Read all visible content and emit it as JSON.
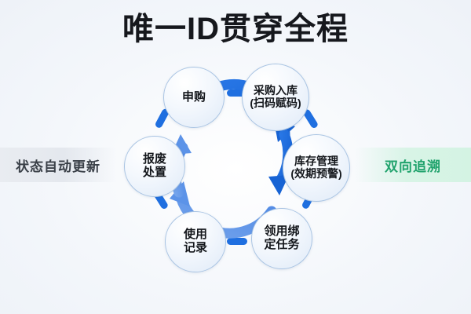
{
  "title": "唯一ID贯穿全程",
  "banners": {
    "left": "状态自动更新",
    "right": "双向追溯"
  },
  "colors": {
    "background": "#eef2f8",
    "title_text": "#16181d",
    "node_border": "#a9c4e3",
    "node_fill": "#eaf2fc",
    "arrow_blue": "#1f6fe0",
    "arrow_blue_light": "#5c93e8",
    "banner_left_bg": "#e6eaf0",
    "banner_left_text": "#3a4048",
    "banner_right_bg": "#d6f3e5",
    "banner_right_text": "#21a36d"
  },
  "cycle": {
    "nodes": [
      {
        "id": "shengou",
        "label": "申购",
        "size": "big"
      },
      {
        "id": "caigou",
        "label": "采购入库\n(扫码赋码)",
        "size": "wide"
      },
      {
        "id": "kucun",
        "label": "库存管理\n(效期预警)",
        "size": "wide"
      },
      {
        "id": "lingyong",
        "label": "领用绑\n定任务",
        "size": "med"
      },
      {
        "id": "shiyong",
        "label": "使用\n记录",
        "size": "med"
      },
      {
        "id": "baofei",
        "label": "报废\n处置",
        "size": "med"
      }
    ],
    "connectors": [
      {
        "from": "申购",
        "to": "采购入库(扫码赋码)"
      },
      {
        "from": "采购入库(扫码赋码)",
        "to": "库存管理(效期预警)"
      },
      {
        "from": "库存管理(效期预警)",
        "to": "领用绑定任务"
      },
      {
        "from": "领用绑定任务",
        "to": "使用记录"
      },
      {
        "from": "使用记录",
        "to": "报废处置"
      },
      {
        "from": "报废处置",
        "to": "申购"
      }
    ],
    "center_arrows": [
      {
        "name": "upper-clockwise-arrow",
        "color": "#1f6fe0"
      },
      {
        "name": "lower-clockwise-arrow",
        "color": "#5c93e8"
      }
    ]
  }
}
